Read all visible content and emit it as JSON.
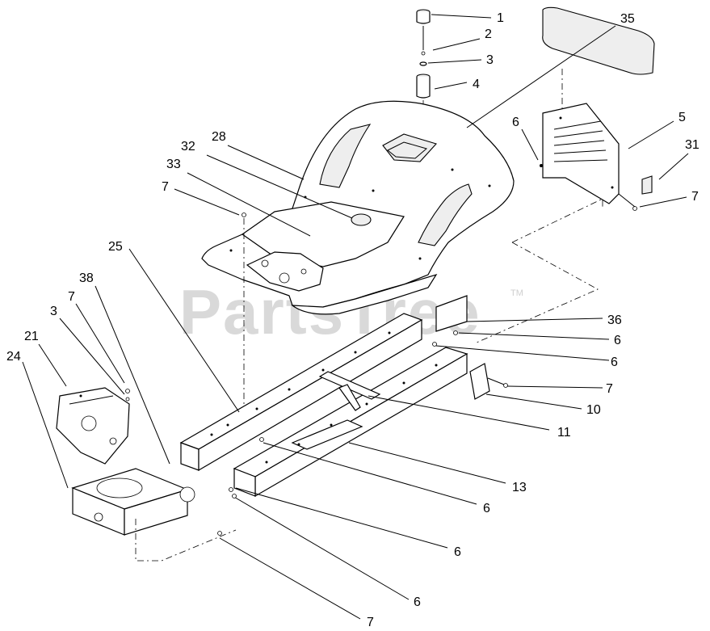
{
  "watermark": {
    "text": "PartsTree",
    "trademark": "TM"
  },
  "callouts": [
    {
      "id": "c1",
      "label": "1"
    },
    {
      "id": "c2",
      "label": "2"
    },
    {
      "id": "c3a",
      "label": "3"
    },
    {
      "id": "c4",
      "label": "4"
    },
    {
      "id": "c35",
      "label": "35"
    },
    {
      "id": "c5",
      "label": "5"
    },
    {
      "id": "c6a",
      "label": "6"
    },
    {
      "id": "c31",
      "label": "31"
    },
    {
      "id": "c7a",
      "label": "7"
    },
    {
      "id": "c28",
      "label": "28"
    },
    {
      "id": "c32",
      "label": "32"
    },
    {
      "id": "c33",
      "label": "33"
    },
    {
      "id": "c7b",
      "label": "7"
    },
    {
      "id": "c25",
      "label": "25"
    },
    {
      "id": "c38",
      "label": "38"
    },
    {
      "id": "c7c",
      "label": "7"
    },
    {
      "id": "c3b",
      "label": "3"
    },
    {
      "id": "c21",
      "label": "21"
    },
    {
      "id": "c24",
      "label": "24"
    },
    {
      "id": "c36",
      "label": "36"
    },
    {
      "id": "c6b",
      "label": "6"
    },
    {
      "id": "c6c",
      "label": "6"
    },
    {
      "id": "c7d",
      "label": "7"
    },
    {
      "id": "c10",
      "label": "10"
    },
    {
      "id": "c11",
      "label": "11"
    },
    {
      "id": "c13",
      "label": "13"
    },
    {
      "id": "c6d",
      "label": "6"
    },
    {
      "id": "c6e",
      "label": "6"
    },
    {
      "id": "c6f",
      "label": "6"
    },
    {
      "id": "c7e",
      "label": "7"
    }
  ]
}
